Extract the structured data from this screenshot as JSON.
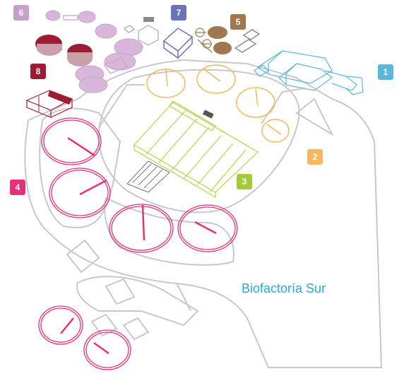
{
  "title": "Biofactoría Sur",
  "zones": [
    {
      "id": "1",
      "color": "#5ab8dc"
    },
    {
      "id": "2",
      "color": "#f5b85a"
    },
    {
      "id": "3",
      "color": "#a6c93c"
    },
    {
      "id": "4",
      "color": "#e8307a"
    },
    {
      "id": "5",
      "color": "#a07850"
    },
    {
      "id": "6",
      "color": "#c8a0cc"
    },
    {
      "id": "7",
      "color": "#6a72b8"
    },
    {
      "id": "8",
      "color": "#9c1c34"
    }
  ],
  "colors": {
    "site_outline": "#c8c8c8",
    "blue_building": "#5ab8dc",
    "orange_tanks": "#f5b85a",
    "green_tanks": "#b7d44a",
    "pink_tanks": "#e8307a",
    "brown_tanks": "#a07850",
    "lilac_tanks": "#c8a0cc",
    "indigo_building": "#6a72b8",
    "red_tanks": "#9c1c34",
    "title": "#29a8d8"
  }
}
